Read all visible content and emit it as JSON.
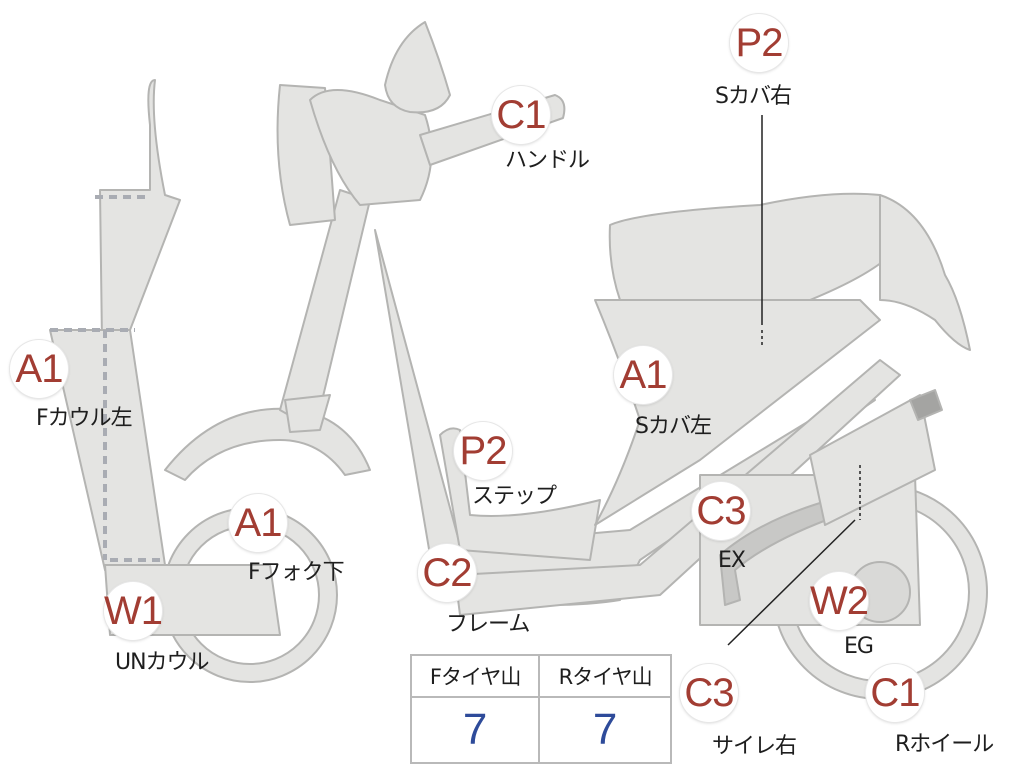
{
  "colors": {
    "part_fill": "#e4e4e2",
    "part_stroke": "#b4b4b2",
    "dashed_seam": "#a9acb3",
    "badge_text": "#a23d33",
    "table_value": "#2e4b9a",
    "table_border": "#b9b9b9"
  },
  "annotations": [
    {
      "id": "s-cover-right",
      "code": "P2",
      "label": "Sカバ右"
    },
    {
      "id": "handle",
      "code": "C1",
      "label": "ハンドル"
    },
    {
      "id": "f-cowl-left",
      "code": "A1",
      "label": "Fカウル左"
    },
    {
      "id": "s-cover-left",
      "code": "A1",
      "label": "Sカバ左"
    },
    {
      "id": "step",
      "code": "P2",
      "label": "ステップ"
    },
    {
      "id": "f-fork-lower",
      "code": "A1",
      "label": "Fフォク下"
    },
    {
      "id": "frame",
      "code": "C2",
      "label": "フレーム"
    },
    {
      "id": "exhaust",
      "code": "C3",
      "label": "EX"
    },
    {
      "id": "under-cowl",
      "code": "W1",
      "label": "UNカウル"
    },
    {
      "id": "engine",
      "code": "W2",
      "label": "EG"
    },
    {
      "id": "muffler-right",
      "code": "C3",
      "label": "サイレ右"
    },
    {
      "id": "r-wheel",
      "code": "C1",
      "label": "Rホイール"
    }
  ],
  "tire_table": {
    "headers": [
      "Fタイヤ山",
      "Rタイヤ山"
    ],
    "values": [
      "7",
      "7"
    ]
  }
}
